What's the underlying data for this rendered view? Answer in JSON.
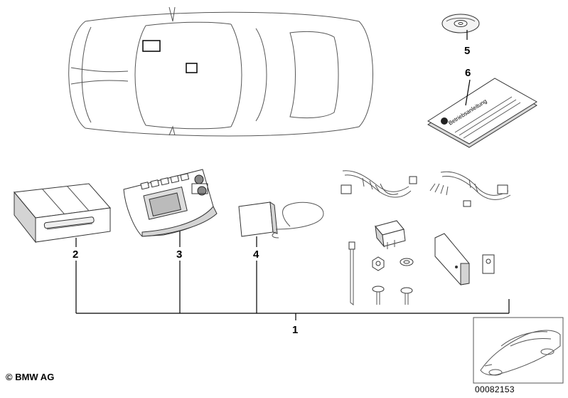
{
  "callouts": [
    {
      "id": "1",
      "label": "1"
    },
    {
      "id": "2",
      "label": "2"
    },
    {
      "id": "3",
      "label": "3"
    },
    {
      "id": "4",
      "label": "4"
    },
    {
      "id": "5",
      "label": "5"
    },
    {
      "id": "6",
      "label": "6"
    }
  ],
  "booklet_title": "Betriebsanleitung",
  "copyright": "© BMW AG",
  "image_id": "00082153"
}
